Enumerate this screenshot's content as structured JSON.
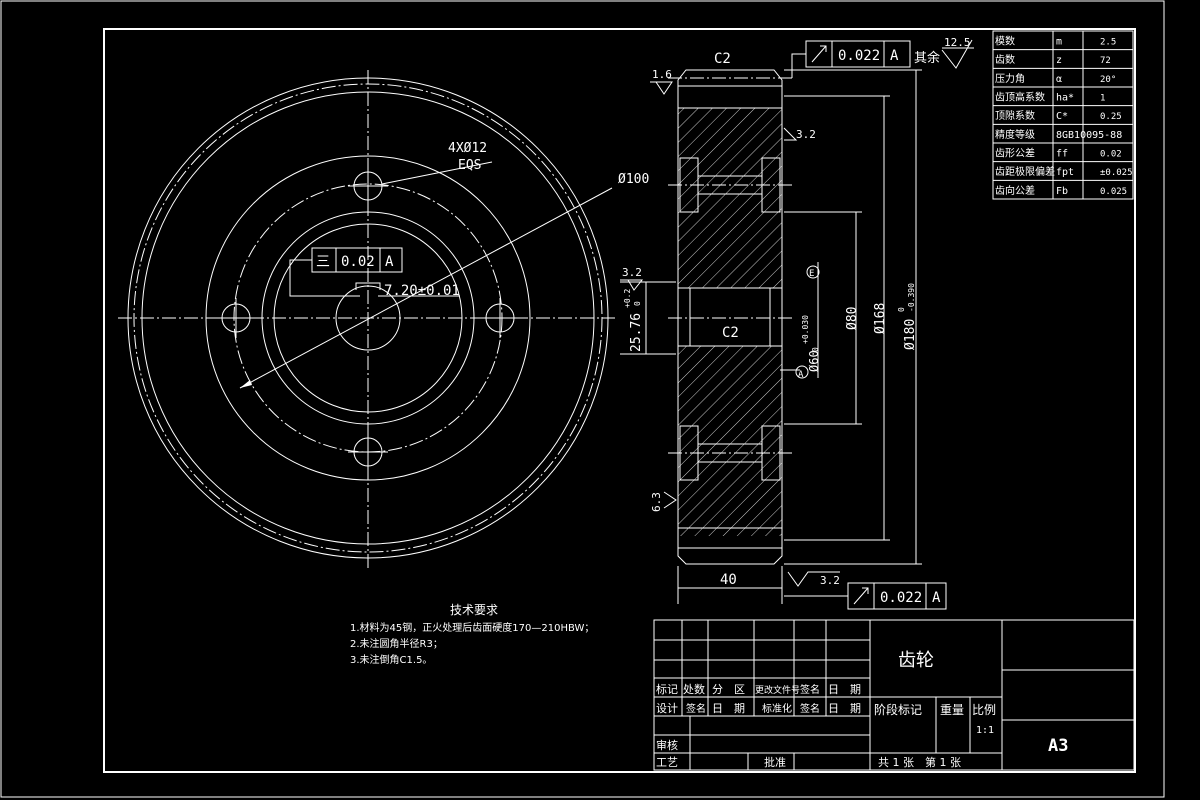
{
  "dims": {
    "hole_count": "4XØ12",
    "hole_eqs": "EQS",
    "od_100": "Ø100",
    "flatness_sym": "三",
    "flatness_tol": "0.02",
    "datum_a": "A",
    "keyway_width": "7.20±0.01",
    "roughness_32": "3.2",
    "keyway_depth": "25.76",
    "keyway_depth_tol": "+0.2",
    "keyway_depth_tol2": "0",
    "chamfer": "C2",
    "chamfer_inner": "C2",
    "roughness_16": "1.6",
    "roughness_63": "6.3",
    "roughness_125": "12.5",
    "roughness_rest": "其余",
    "runout_tol": "0.022",
    "dia_60": "Ø60",
    "dia_60_tol": "+0.030",
    "dia_60_tol2": "0",
    "dia_60_e": "E",
    "dia_80": "Ø80",
    "dia_168": "Ø168",
    "dia_180": "Ø180",
    "dia_180_tol": "0",
    "dia_180_tol2": "-0.390",
    "width_40": "40"
  },
  "params": [
    [
      "模数",
      "m",
      "2.5"
    ],
    [
      "齿数",
      "z",
      "72"
    ],
    [
      "压力角",
      "α",
      "20°"
    ],
    [
      "齿顶高系数",
      "ha*",
      "1"
    ],
    [
      "顶隙系数",
      "C*",
      "0.25"
    ],
    [
      "精度等级",
      "8GB10095-88",
      ""
    ],
    [
      "齿形公差",
      "ff",
      "0.02"
    ],
    [
      "齿距极限偏差",
      "fpt",
      "±0.025"
    ],
    [
      "齿向公差",
      "Fb",
      "0.025"
    ]
  ],
  "notes": {
    "title": "技术要求",
    "line1": "1.材料为45钢，正火处理后齿面硬度170—210HBW；",
    "line2": "2.未注圆角半径R3；",
    "line3": "3.未注倒角C1.5。"
  },
  "title_block": {
    "part_name": "齿轮",
    "h_mark": "标记",
    "h_count": "处数",
    "h_zone": "分　区",
    "h_docno": "更改文件号",
    "h_sign": "签名",
    "h_date": "日　期",
    "h_design": "设计",
    "h_sign2": "签名",
    "h_date2": "日　期",
    "h_std": "标准化",
    "h_sign3": "签名",
    "h_date3": "日　期",
    "h_stage": "阶段标记",
    "h_weight": "重量",
    "h_scale": "比例",
    "scale_val": "1:1",
    "h_review": "审核",
    "h_process": "工艺",
    "h_approve": "批准",
    "sheets": "共 1 张　第 1 张",
    "format": "A3"
  }
}
